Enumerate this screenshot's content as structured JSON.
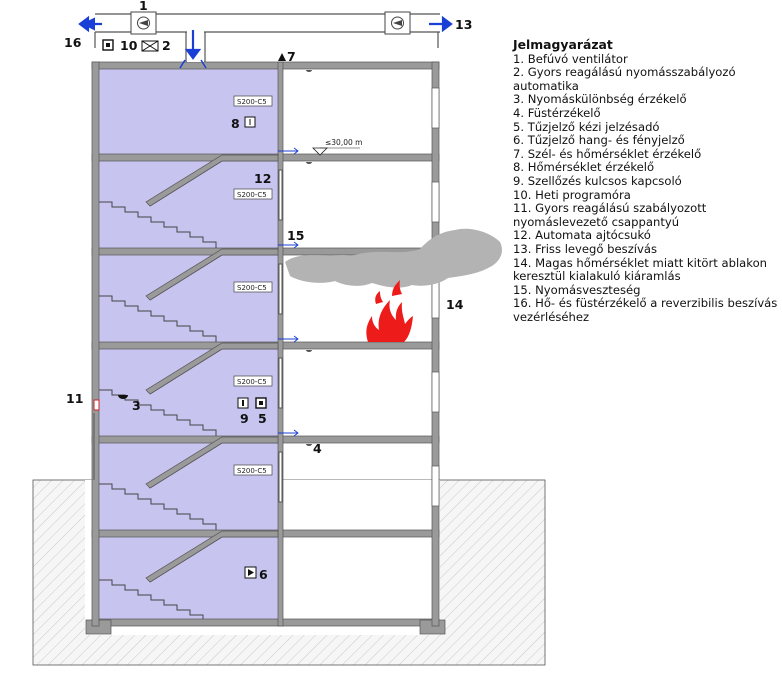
{
  "diagram": {
    "callouts": {
      "c1": "1",
      "c2": "2",
      "c3": "3",
      "c4": "4",
      "c5": "5",
      "c6": "6",
      "c7": "7",
      "c8": "8",
      "c9": "9",
      "c10": "10",
      "c11": "11",
      "c12": "12",
      "c13": "13",
      "c14": "14",
      "c15": "15",
      "c16": "16"
    },
    "door_tags": [
      "S200-C5",
      "S200-C5",
      "S200-C5",
      "S200-C5",
      "S200-C5"
    ],
    "height_mark": "≤30,00 m",
    "colors": {
      "stair_fill": "#c7c5f0",
      "wall": "#8a8a8a",
      "arrow": "#1a3fd6",
      "smoke": "#b3b3b3",
      "fire": "#ee1b1b",
      "ground": "#f4f4f4"
    }
  },
  "legend": {
    "title": "Jelmagyarázat",
    "items": [
      "1. Befúvó ventilátor",
      "2. Gyors reagálású nyomásszabályozó automatika",
      "3. Nyomáskülönbség érzékelő",
      "4. Füstérzékelő",
      "5. Tűzjelző kézi jelzésadó",
      "6. Tűzjelző hang- és fényjelző",
      "7. Szél- és hőmérséklet érzékelő",
      "8. Hőmérséklet érzékelő",
      "9. Szellőzés kulcsos kapcsoló",
      "10. Heti programóra",
      "11. Gyors reagálású szabályozott nyomáslevezető csappantyú",
      "12. Automata ajtócsukó",
      "13. Friss levegő beszívás",
      "14. Magas hőmérséklet miatt kitört ablakon keresztül kialakuló kiáramlás",
      "15. Nyomásveszteség",
      "16. Hő- és füstérzékelő a reverzibilis beszívás vezérléséhez"
    ]
  }
}
